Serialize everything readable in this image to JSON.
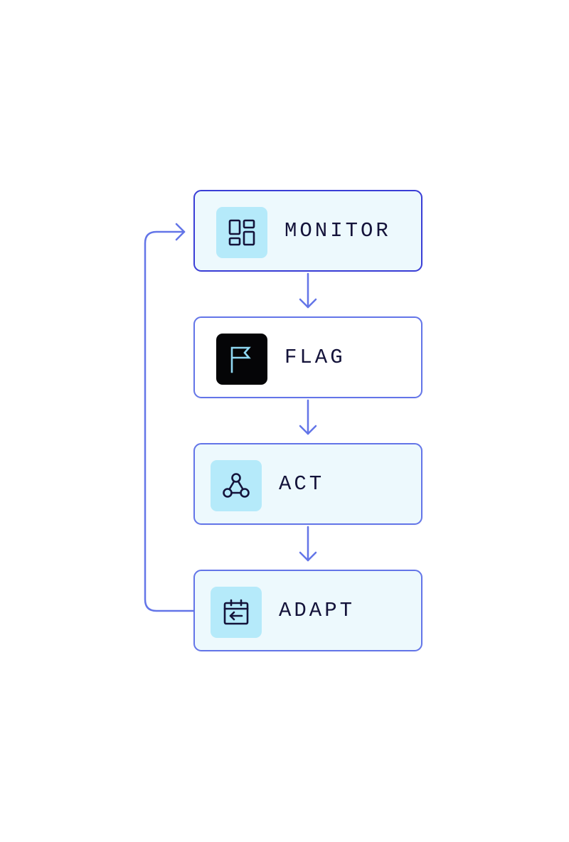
{
  "steps": [
    {
      "id": "monitor",
      "label": "MONITOR",
      "icon": "dashboard-grid-icon"
    },
    {
      "id": "flag",
      "label": "FLAG",
      "icon": "flag-icon"
    },
    {
      "id": "act",
      "label": "ACT",
      "icon": "webhook-icon"
    },
    {
      "id": "adapt",
      "label": "ADAPT",
      "icon": "calendar-arrow-left-icon"
    }
  ],
  "colors": {
    "border": "#6375e8",
    "border_active": "#3a3ed6",
    "card_fill": "#edf9fd",
    "icon_fill": "#b5eafa",
    "icon_fill_dark": "#050507",
    "text": "#14133a",
    "connector": "#6375e8"
  }
}
